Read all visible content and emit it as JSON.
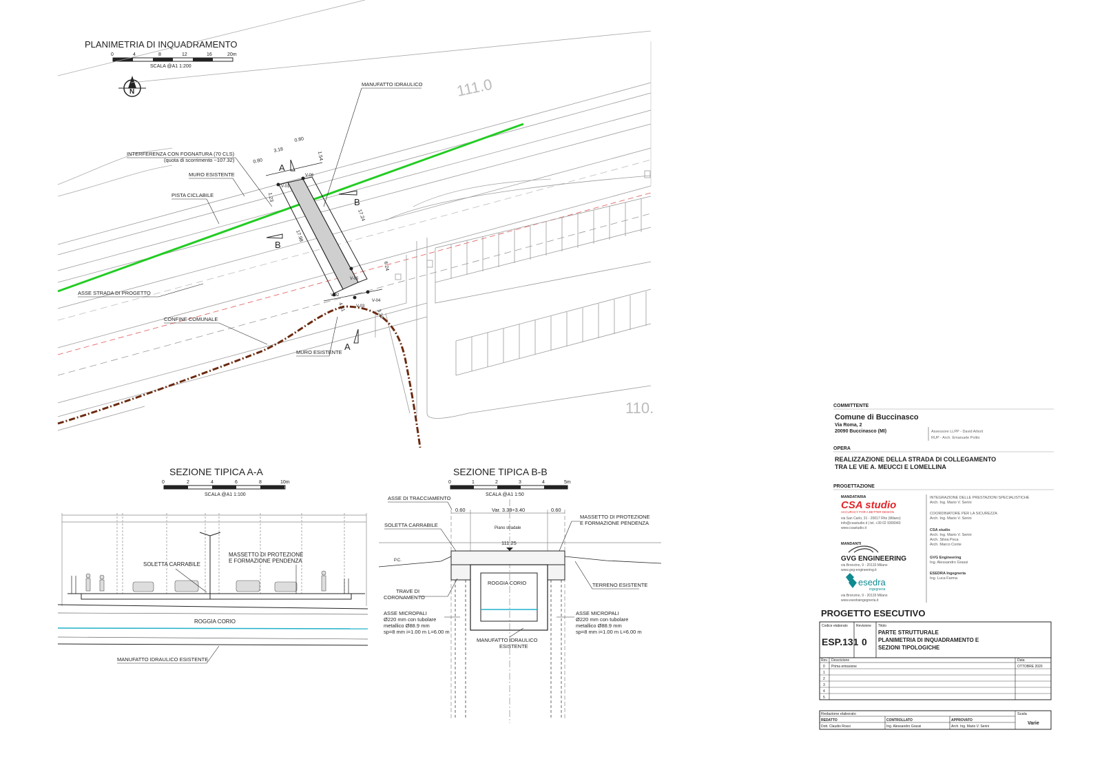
{
  "plan": {
    "title": "PLANIMETRIA DI INQUADRAMENTO",
    "scale_ticks": [
      "0",
      "4",
      "8",
      "12",
      "16",
      "20m"
    ],
    "scale_label": "SCALA @A1 1:200",
    "north_label": "N",
    "elevation_top": "111.0",
    "elevation_bottom": "110.",
    "labels": {
      "manufatto": "MANUFATTO IDRAULICO",
      "interferenza": "INTERFERENZA CON FOGNATURA (70 CLS)",
      "quota": "(quota di scorrimento ~107.32)",
      "muro1": "MURO ESISTENTE",
      "pista": "PISTA CICLABILE",
      "asse": "ASSE STRADA DI PROGETTO",
      "confine": "CONFINE COMUNALE",
      "muro2": "MURO ESISTENTE"
    },
    "section_marks": {
      "a": "A",
      "b": "B"
    },
    "dims": [
      "0.80",
      "3.18",
      "0.80",
      "1.54",
      "1.23",
      "17.24",
      "17.98",
      "6.24",
      "4.31",
      "3.24"
    ],
    "points": [
      "V-01",
      "V-06",
      "V-05",
      "V-04",
      "V-03",
      "V-02"
    ]
  },
  "section_aa": {
    "title": "SEZIONE TIPICA  A-A",
    "scale_ticks": [
      "0",
      "2",
      "4",
      "6",
      "8",
      "10m"
    ],
    "scale_label": "SCALA @A1 1:100",
    "labels": {
      "soletta": "SOLETTA CARRABILE",
      "massetto1": "MASSETTO DI PROTEZIONE",
      "massetto2": "E FORMAZIONE PENDENZA",
      "roggia": "ROGGIA CORIO",
      "manufatto": "MANUFATTO IDRAULICO ESISTENTE"
    }
  },
  "section_bb": {
    "title": "SEZIONE TIPICA  B-B",
    "scale_ticks": [
      "0",
      "1",
      "2",
      "3",
      "4",
      "5m"
    ],
    "scale_label": "SCALA @A1 1:50",
    "labels": {
      "asse_tracciamento": "ASSE DI TRACCIAMENTO",
      "dim_left": "0.60",
      "dim_mid": "Var. 3.38÷3.40",
      "dim_right": "0.60",
      "soletta": "SOLETTA CARRABILE",
      "massetto1": "MASSETTO DI PROTEZIONE",
      "massetto2": "E FORMAZIONE PENDENZA",
      "piano": "Piano stradale",
      "quota": "111.25",
      "pc": "P.C.",
      "roggia": "ROGGIA CORIO",
      "trave1": "TRAVE DI",
      "trave2": "CORONAMENTO",
      "terreno": "TERRENO ESISTENTE",
      "asse_micropali": "ASSE MICROPALI",
      "mp1": "Ø220 mm con tubolare",
      "mp2": "metallico Ø88.9 mm",
      "mp3": "sp=8 mm i=1.00 m L=6.00 m",
      "manufatto1": "MANUFATTO IDRAULICO",
      "manufatto2": "ESISTENTE"
    }
  },
  "title_block": {
    "committente_head": "COMMITTENTE",
    "committente_name": "Comune di Buccinasco",
    "committente_addr1": "Via Roma, 2",
    "committente_addr2": "20090 Buccinasco (MI)",
    "committente_note1": "Assessore LLPP - David Arboit",
    "committente_note2": "RUP - Arch. Emanuele Polito",
    "opera_head": "OPERA",
    "opera_line1": "REALIZZAZIONE DELLA STRADA DI COLLEGAMENTO",
    "opera_line2": "TRA LE VIE A. MEUCCI E LOMELLINA",
    "progettazione_head": "PROGETTAZIONE",
    "mandataria": "MANDATARIA",
    "csa_logo": "CSA studio",
    "csa_tag": "ACCURACY FOR A BETTER DESIGN",
    "csa_addr": "via San Carlo, 31 - 20017 Rho (Milano)",
    "csa_mail": "info@csastudio.it | tel. +39 02 9306943",
    "csa_web": "www.csastudio.it",
    "mandanti": "MANDANTI",
    "gvg_logo": "GVG ENGINEERING",
    "gvg_addr": "via Bronzino, 9 - 20133 Milano",
    "gvg_web": "www.gvg-engineering.it",
    "esedra_logo": "esedra",
    "esedra_sub": "ingegneria",
    "esedra_addr": "via Bronzino, 9 - 20133 Milano",
    "esedra_web": "www.esedraingegneria.it",
    "right_col": [
      "INTEGRAZIONE DELLE PRESTAZIONI SPECIALISTICHE",
      "Arch. Ing. Mario V. Serini",
      "",
      "COORDINATORE PER LA SICUREZZA",
      "Arch. Ing. Mario V. Serini",
      "",
      "CSA studio",
      "Arch. Ing. Mario V. Serini",
      "Arch. Silvia Peca",
      "Arch. Marco Conte",
      "",
      "GVG Engineering",
      "Ing. Alessandro Grassi",
      "",
      "ESEDRA Ingegneria",
      "Ing. Luca Farma"
    ],
    "phase": "PROGETTO ESECUTIVO",
    "codice_label": "Codice elaborato",
    "revisione_label": "Revisione",
    "titolo_label": "Titolo",
    "codice": "ESP.131",
    "revisione": "0",
    "titolo1": "PARTE STRUTTURALE",
    "titolo2": "PLANIMETRIA DI INQUADRAMENTO E",
    "titolo3": "SEZIONI TIPOLOGICHE",
    "rev_header": [
      "Rev.",
      "Descrizione",
      "Data"
    ],
    "rev_rows": [
      {
        "rev": "0",
        "desc": "Prima emissione",
        "date": "OTTOBRE 2020"
      },
      {
        "rev": "1",
        "desc": "",
        "date": ""
      },
      {
        "rev": "2",
        "desc": "",
        "date": ""
      },
      {
        "rev": "3",
        "desc": "",
        "date": ""
      },
      {
        "rev": "4",
        "desc": "",
        "date": ""
      },
      {
        "rev": "5",
        "desc": "",
        "date": ""
      }
    ],
    "redazione_label": "Redazione elaborato",
    "scala_label": "Scala",
    "scala_value": "Varie",
    "redatto_label": "REDATTO",
    "controllato_label": "CONTROLLATO",
    "approvato_label": "APPROVATO",
    "redatto": "Dott. Claudio Rossi",
    "controllato": "Ing. Alessandro Grassi",
    "approvato": "Arch. Ing. Mario V. Serini"
  },
  "colors": {
    "axis_green": "#22cc22",
    "boundary": "#6b2a10",
    "red_dash": "#e05555",
    "csa_red": "#e0262a",
    "water": "#1fb0c8"
  }
}
